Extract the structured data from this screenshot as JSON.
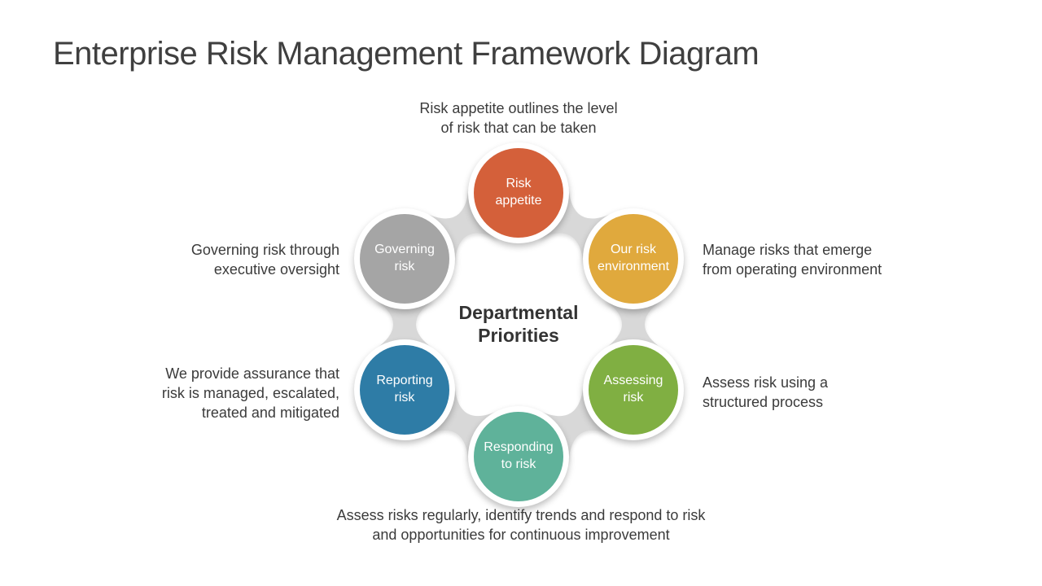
{
  "title": "Enterprise Risk Management Framework Diagram",
  "center_label": "Departmental\nPriorities",
  "colors": {
    "connector": "#D8D8D8",
    "node_label_text": "#FFFFFF",
    "annotation_text": "#3B3B3B",
    "title_text": "#3F3F3F"
  },
  "nodes": [
    {
      "id": "risk-appetite",
      "label": "Risk\nappetite",
      "color": "#D4603A"
    },
    {
      "id": "our-risk-environment",
      "label": "Our risk\nenvironment",
      "color": "#E0A93D"
    },
    {
      "id": "assessing-risk",
      "label": "Assessing\nrisk",
      "color": "#80AF42"
    },
    {
      "id": "responding-to-risk",
      "label": "Responding\nto risk",
      "color": "#5FB29A"
    },
    {
      "id": "reporting-risk",
      "label": "Reporting\nrisk",
      "color": "#2E7CA6"
    },
    {
      "id": "governing-risk",
      "label": "Governing\nrisk",
      "color": "#A5A5A5"
    }
  ],
  "annotations": {
    "top": "Risk appetite outlines the level\nof risk that can be taken",
    "right_top": "Manage risks that emerge\nfrom operating environment",
    "right_bottom": "Assess risk using a\nstructured process",
    "bottom": "Assess risks regularly, identify trends and respond to risk\nand opportunities for continuous improvement",
    "left_bottom": "We provide assurance that\nrisk is managed, escalated,\ntreated and mitigated",
    "left_top": "Governing risk through\nexecutive oversight"
  }
}
